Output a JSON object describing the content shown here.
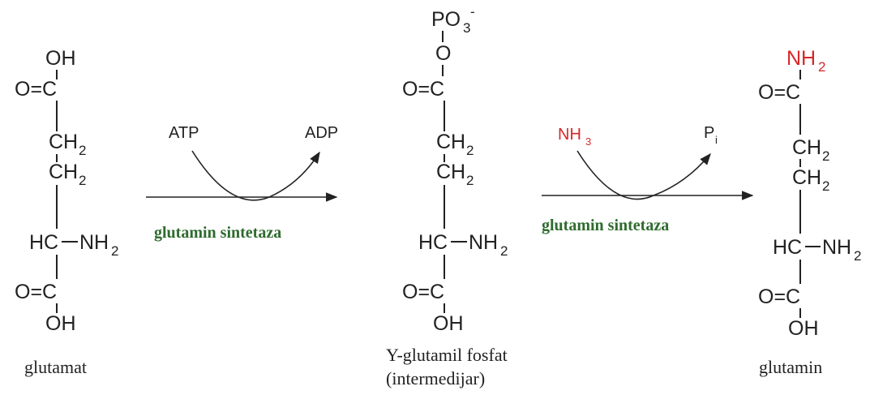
{
  "molecules": {
    "glutamat": {
      "oh_top": "OH",
      "carbonyl_top": "O=C",
      "ch2_a": "CH",
      "ch2_b": "CH",
      "sub2": "2",
      "hc": "HC",
      "nh2": "NH",
      "carbonyl_bottom": "O=C",
      "oh_bottom": "OH",
      "caption": "glutamat"
    },
    "intermediate": {
      "po3": "PO",
      "po3_sub": "3",
      "po3_charge": "-",
      "o_link": "O",
      "carbonyl_top": "O=C",
      "ch2_a": "CH",
      "ch2_b": "CH",
      "sub2": "2",
      "hc": "HC",
      "nh2": "NH",
      "carbonyl_bottom": "O=C",
      "oh_bottom": "OH",
      "caption_line1": "Y-glutamil fosfat",
      "caption_line2": "(intermedijar)"
    },
    "glutamin": {
      "nh2_amide": "NH",
      "carbonyl_top": "O=C",
      "ch2_a": "CH",
      "ch2_b": "CH",
      "sub2": "2",
      "hc": "HC",
      "nh2": "NH",
      "carbonyl_bottom": "O=C",
      "oh_bottom": "OH",
      "caption": "glutamin"
    }
  },
  "reaction1": {
    "input": "ATP",
    "output": "ADP",
    "enzyme": "glutamin sintetaza"
  },
  "reaction2": {
    "input": "NH",
    "input_sub": "3",
    "output": "P",
    "output_sub": "i",
    "enzyme": "glutamin sintetaza"
  },
  "colors": {
    "text": "#222222",
    "amide_red": "#d62828",
    "enzyme_green": "#2e6b2e"
  }
}
